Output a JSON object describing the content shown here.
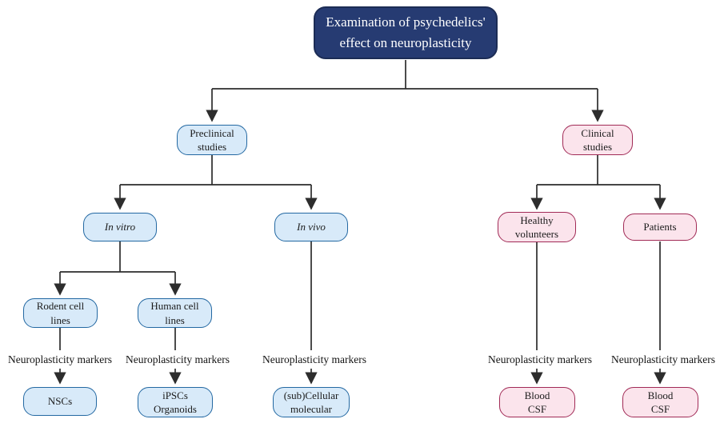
{
  "title": "Examination of psychedelics' effect on neuroplasticity",
  "root": {
    "line1": "Examination of psychedelics'",
    "line2": "effect on neuroplasticity"
  },
  "nodes": {
    "preclinical": {
      "line1": "Preclinical",
      "line2": "studies"
    },
    "clinical": {
      "line1": "Clinical",
      "line2": "studies"
    },
    "invitro": {
      "line1": "In vitro"
    },
    "invivo": {
      "line1": "In vivo"
    },
    "rodent": {
      "line1": "Rodent cell",
      "line2": "lines"
    },
    "human": {
      "line1": "Human cell",
      "line2": "lines"
    },
    "healthy": {
      "line1": "Healthy",
      "line2": "volunteers"
    },
    "patients": {
      "line1": "Patients"
    },
    "nscs": {
      "line1": "NSCs"
    },
    "ipscs": {
      "line1": "iPSCs",
      "line2": "Organoids"
    },
    "subcellular": {
      "line1": "(sub)Cellular",
      "line2": "molecular"
    },
    "blood_healthy": {
      "line1": "Blood",
      "line2": "CSF"
    },
    "blood_patients": {
      "line1": "Blood",
      "line2": "CSF"
    }
  },
  "labels": {
    "markers": "Neuroplasticity markers"
  },
  "colors": {
    "navy": "#263b72",
    "navy_border": "#1c2c55",
    "blue_fill": "#d8eaf9",
    "blue_border": "#2368a2",
    "pink_fill": "#fbe4ec",
    "pink_border": "#a12a56",
    "line": "#2d2d2d"
  }
}
